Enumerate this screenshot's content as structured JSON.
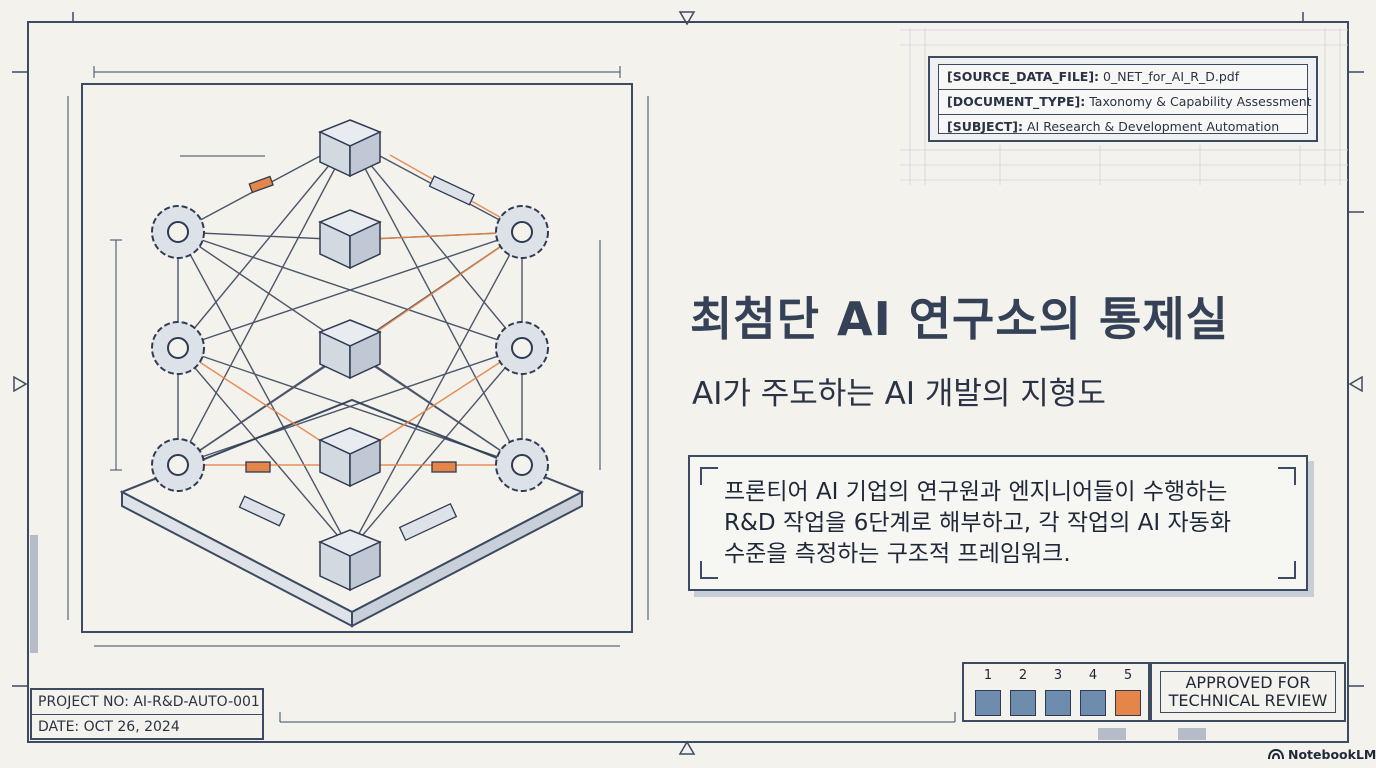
{
  "meta": {
    "rows": [
      {
        "key": "[SOURCE_DATA_FILE]:",
        "value": "0_NET_for_AI_R_D.pdf"
      },
      {
        "key": "[DOCUMENT_TYPE]:",
        "value": "Taxonomy & Capability Assessment"
      },
      {
        "key": "[SUBJECT]:",
        "value": "AI Research & Development Automation"
      }
    ]
  },
  "title": "최첨단 AI 연구소의 통제실",
  "subtitle": "AI가 주도하는 AI 개발의 지형도",
  "description": {
    "lines": [
      "프론티어 AI 기업의 연구원과 엔지니어들이 수행하는",
      "R&D 작업을 6단계로 해부하고, 각 작업의 AI 자동화",
      "수준을 측정하는 구조적 프레임워크."
    ]
  },
  "info": {
    "project": "PROJECT NO: AI-R&D-AUTO-001",
    "date": "DATE: OCT 26, 2024"
  },
  "steps": {
    "items": [
      {
        "label": "1",
        "active": false
      },
      {
        "label": "2",
        "active": false
      },
      {
        "label": "3",
        "active": false
      },
      {
        "label": "4",
        "active": false
      },
      {
        "label": "5",
        "active": true
      }
    ]
  },
  "approved": "APPROVED FOR\nTECHNICAL REVIEW",
  "brand": "NotebookLM",
  "colors": {
    "ink": "#3c4a62",
    "accent": "#e5854a",
    "step_fill": "#6e8cad",
    "background": "#f3f2ec"
  }
}
